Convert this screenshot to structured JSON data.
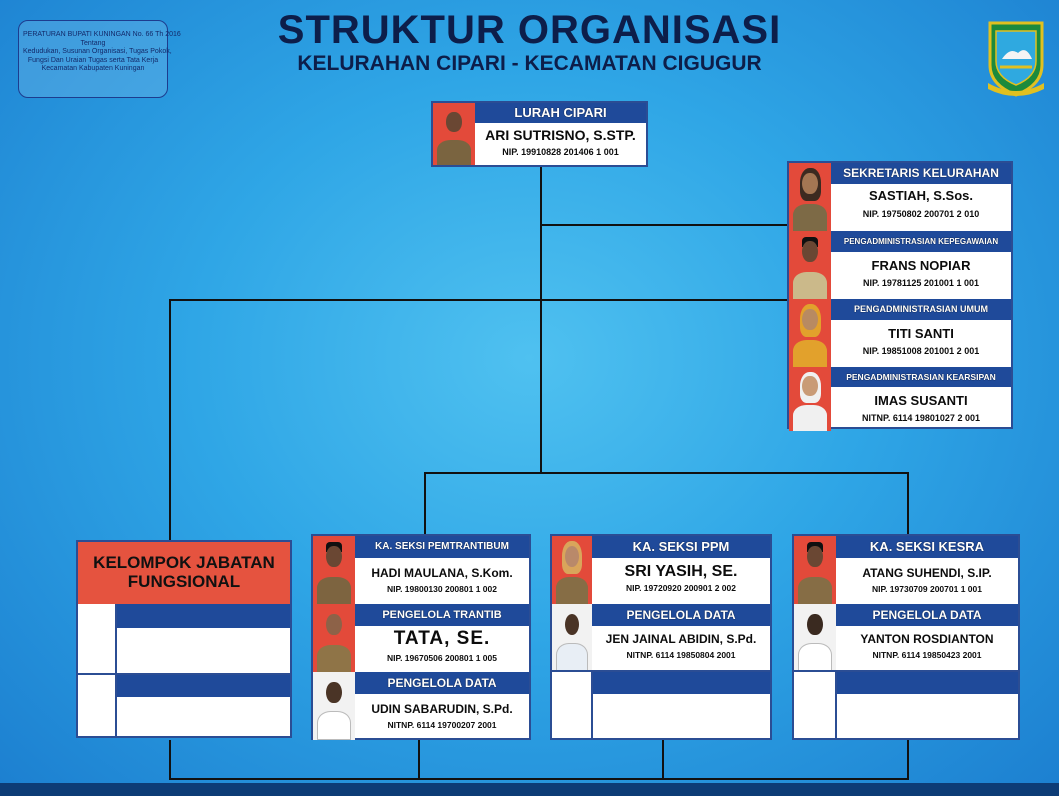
{
  "regulation": [
    "PERATURAN BUPATI KUNINGAN No. 66 Th 2016",
    "Tentang",
    "Kedudukan, Susunan Organisasi, Tugas Pokok,",
    "Fungsi Dan Uraian Tugas serta Tata Kerja",
    "Kecamatan Kabupaten Kuningan"
  ],
  "title": "STRUKTUR ORGANISASI",
  "subtitle": "KELURAHAN CIPARI - KECAMATAN CIGUGUR",
  "lurah": {
    "position": "LURAH CIPARI",
    "name": "ARI SUTRISNO, S.STP.",
    "nip": "NIP. 19910828 201406 1 001"
  },
  "sekretariat": [
    {
      "position": "SEKRETARIS KELURAHAN",
      "name": "SASTIAH, S.Sos.",
      "nip": "NIP. 19750802 200701 2 010"
    },
    {
      "position": "PENGADMINISTRASIAN KEPEGAWAIAN",
      "name": "FRANS NOPIAR",
      "nip": "NIP. 19781125 201001 1 001"
    },
    {
      "position": "PENGADMINISTRASIAN UMUM",
      "name": "TITI SANTI",
      "nip": "NIP. 19851008 201001 2 001"
    },
    {
      "position": "PENGADMINISTRASIAN KEARSIPAN",
      "name": "IMAS SUSANTI",
      "nip": "NITNP. 6114 19801027 2 001"
    }
  ],
  "fungsional": {
    "title_line1": "KELOMPOK JABATAN",
    "title_line2": "FUNGSIONAL"
  },
  "pemtrantibum": [
    {
      "position": "KA. SEKSI PEMTRANTIBUM",
      "name": "HADI MAULANA, S.Kom.",
      "nip": "NIP. 19800130 200801 1 002"
    },
    {
      "position": "PENGELOLA TRANTIB",
      "name": "TATA, SE.",
      "nip": "NIP. 19670506 200801 1 005"
    },
    {
      "position": "PENGELOLA DATA",
      "name": "UDIN SABARUDIN, S.Pd.",
      "nip": "NITNP. 6114 19700207 2001"
    }
  ],
  "ppm": [
    {
      "position": "KA. SEKSI PPM",
      "name": "SRI YASIH, SE.",
      "nip": "NIP. 19720920 200901 2 002"
    },
    {
      "position": "PENGELOLA DATA",
      "name": "JEN JAINAL ABIDIN, S.Pd.",
      "nip": "NITNP. 6114 19850804 2001"
    }
  ],
  "kesra": [
    {
      "position": "KA. SEKSI KESRA",
      "name": "ATANG SUHENDI, S.IP.",
      "nip": "NIP. 19730709 200701 1 001"
    },
    {
      "position": "PENGELOLA DATA",
      "name": "YANTON ROSDIANTON",
      "nip": "NITNP. 6114 19850423 2001"
    }
  ],
  "colors": {
    "header_blue": "#1f4a9a",
    "fungsional_red": "#e5533f",
    "photo_red": "#e34a3a"
  }
}
